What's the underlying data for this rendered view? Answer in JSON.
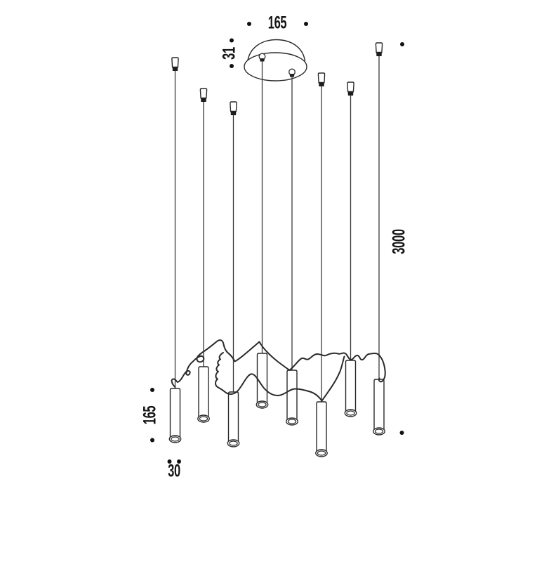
{
  "figure": {
    "background_color": "#ffffff",
    "line_color": "#2a2a2a",
    "dot_color": "#111111",
    "pendant_count": 8,
    "labels": {
      "canopy_diameter": "165",
      "canopy_height": "31",
      "suspension_length": "3000",
      "pendant_length": "165",
      "pendant_diameter": "30"
    }
  }
}
